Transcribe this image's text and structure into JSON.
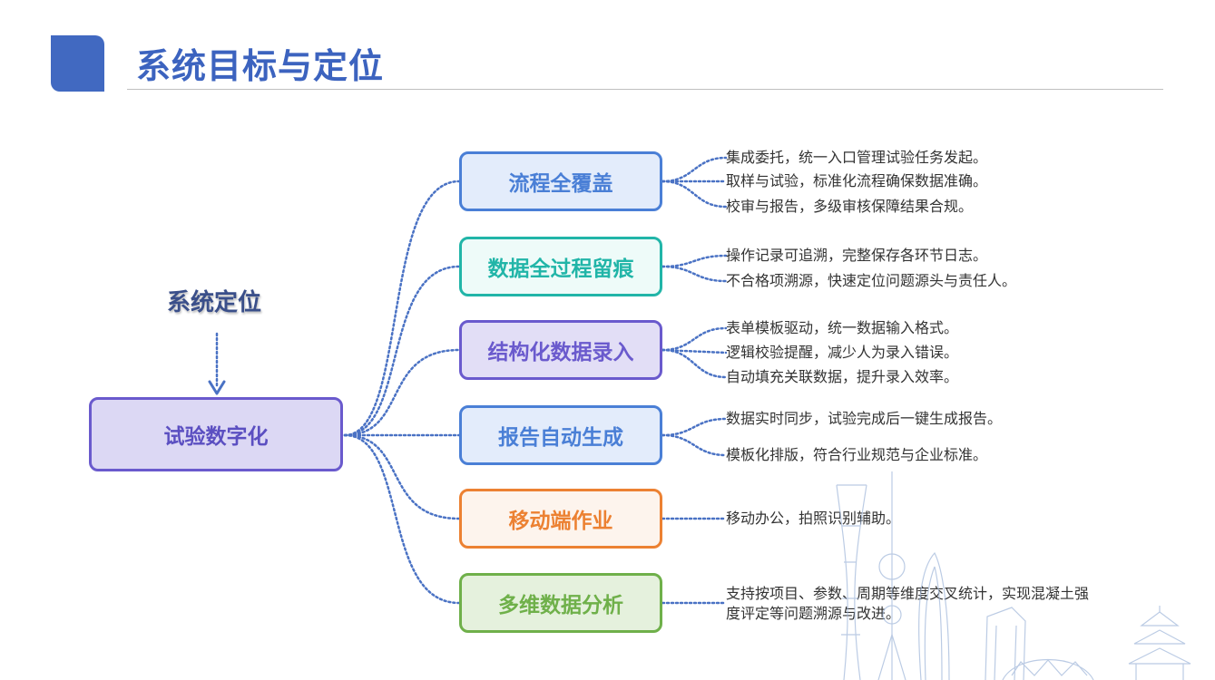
{
  "header": {
    "title": "系统目标与定位"
  },
  "positioning": {
    "label": "系统定位"
  },
  "root": {
    "label": "试验数字化"
  },
  "goals": [
    {
      "label": "流程全覆盖",
      "color": "#4a7fd6",
      "fill": "#e3ecfb",
      "details": [
        "集成委托，统一入口管理试验任务发起。",
        "取样与试验，标准化流程确保数据准确。",
        "校审与报告，多级审核保障结果合规。"
      ]
    },
    {
      "label": "数据全过程留痕",
      "color": "#21b5a8",
      "fill": "#eefbf9",
      "details": [
        "操作记录可追溯，完整保存各环节日志。",
        "不合格项溯源，快速定位问题源头与责任人。"
      ]
    },
    {
      "label": "结构化数据录入",
      "color": "#6a5acd",
      "fill": "#e2def6",
      "details": [
        "表单模板驱动，统一数据输入格式。",
        "逻辑校验提醒，减少人为录入错误。",
        "自动填充关联数据，提升录入效率。"
      ]
    },
    {
      "label": "报告自动生成",
      "color": "#4a7fd6",
      "fill": "#e3ecfb",
      "details": [
        "数据实时同步，试验完成后一键生成报告。",
        "模板化排版，符合行业规范与企业标准。"
      ]
    },
    {
      "label": "移动端作业",
      "color": "#ec8132",
      "fill": "#fdf4ed",
      "details": [
        "移动办公，拍照识别辅助。"
      ]
    },
    {
      "label": "多维数据分析",
      "color": "#6fb04a",
      "fill": "#e5f1dd",
      "details": [
        "支持按项目、参数、周期等维度交叉统计，实现混凝土强度评定等问题溯源与改进。"
      ]
    }
  ]
}
